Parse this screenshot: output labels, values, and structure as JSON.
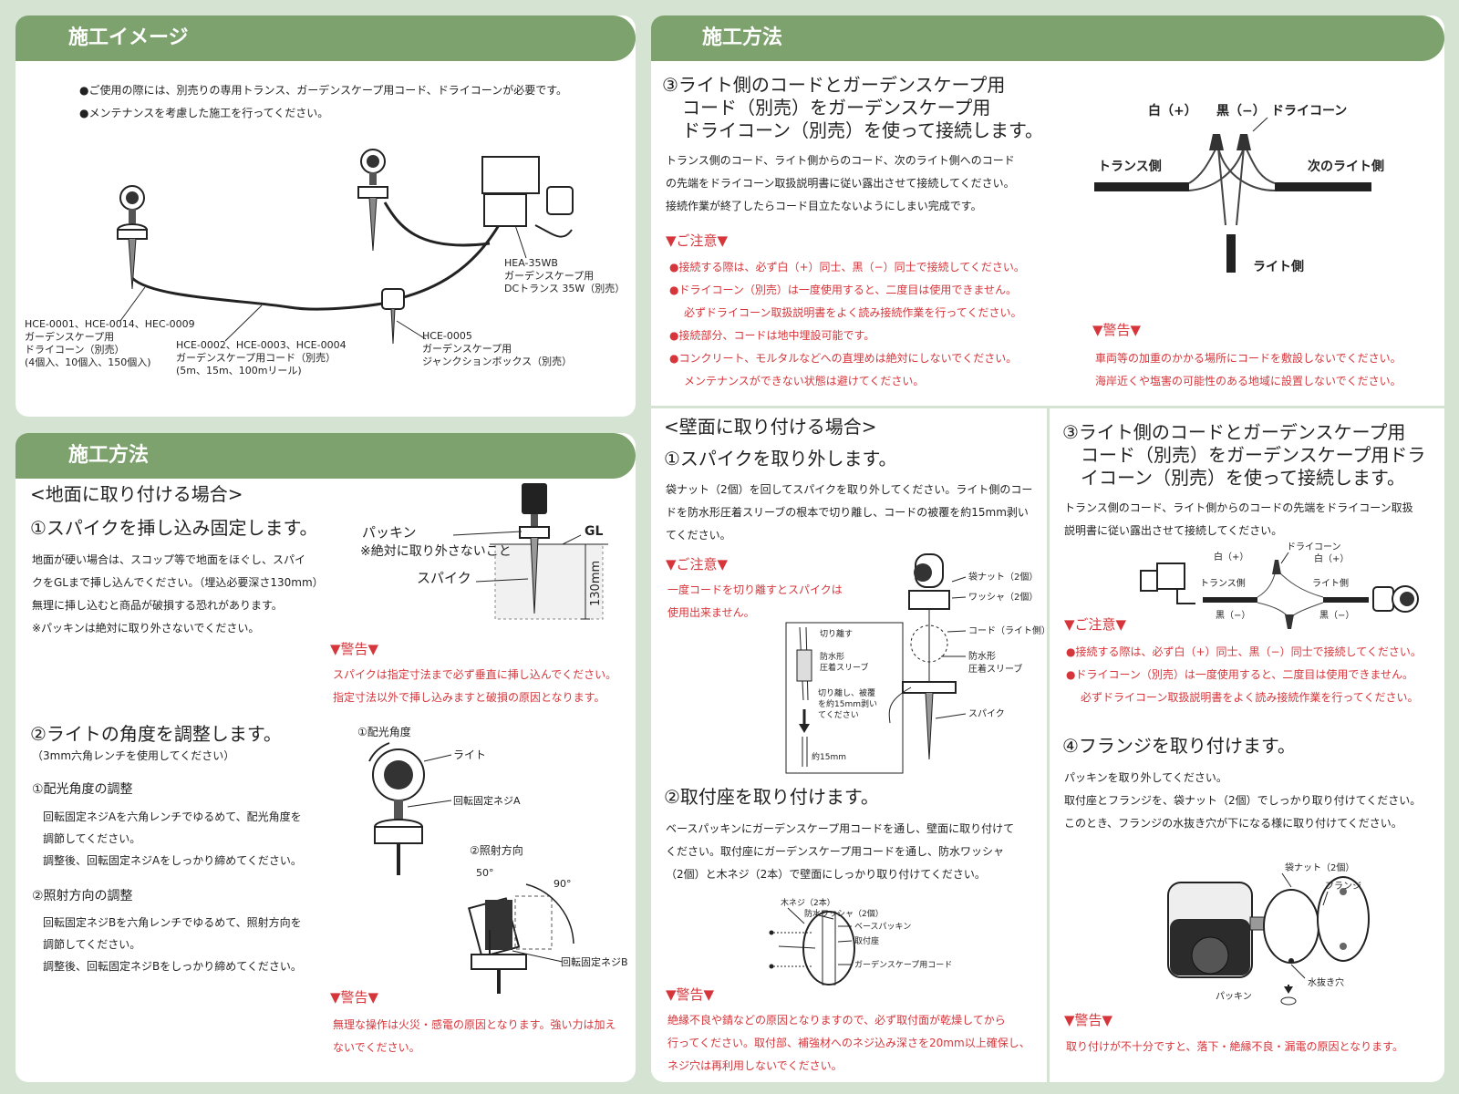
{
  "image_panel": {
    "title": "施工イメージ",
    "notes": [
      "●ご使用の際には、別売りの専用トランス、ガーデンスケープ用コード、ドライコーンが必要です。",
      "●メンテナンスを考慮した施工を行ってください。"
    ],
    "lbl_dc": [
      "HCE-0001、HCE-0014、HEC-0009",
      "ガーデンスケープ用",
      "ドライコーン（別売）",
      "(4個入、10個入、150個入)"
    ],
    "lbl_cord": [
      "HCE-0002、HCE-0003、HCE-0004",
      "ガーデンスケープ用コード（別売）",
      "(5m、15m、100mリール)"
    ],
    "lbl_jb": [
      "HCE-0005",
      "ガーデンスケープ用",
      "ジャンクションボックス（別売）"
    ],
    "lbl_trans": [
      "HEA-35WB",
      "ガーデンスケープ用",
      "DCトランス 35W（別売）"
    ]
  },
  "ground_panel": {
    "title": "施工方法",
    "section": "<地面に取り付ける場合>",
    "step1": {
      "heading": "①スパイクを挿し込み固定します。",
      "body": [
        "地面が硬い場合は、スコップ等で地面をほぐし、スパイ",
        "クをGLまで挿し込んでください。（埋込必要深さ130mm）",
        "無理に挿し込むと商品が破損する恐れがあります。",
        "※パッキンは絶対に取り外さないでください。"
      ],
      "warn_title": "▼警告▼",
      "warn": [
        "スパイクは指定寸法まで必ず垂直に挿し込んでください。",
        "指定寸法以外で挿し込みますと破損の原因となります。"
      ],
      "fig": {
        "packing": "パッキン",
        "packing_note": "※絶対に取り外さないこと",
        "spike": "スパイク",
        "gl": "GL",
        "depth": "130mm"
      }
    },
    "step2": {
      "heading": "②ライトの角度を調整します。",
      "sub": "（3mm六角レンチを使用してください）",
      "a_title": "①配光角度の調整",
      "a_body": [
        "回転固定ネジAを六角レンチでゆるめて、配光角度を",
        "調節してください。",
        "調整後、回転固定ネジAをしっかり締めてください。"
      ],
      "b_title": "②照射方向の調整",
      "b_body": [
        "回転固定ネジBを六角レンチでゆるめて、照射方向を",
        "調節してください。",
        "調整後、回転固定ネジBをしっかり締めてください。"
      ],
      "warn_title": "▼警告▼",
      "warn": [
        "無理な操作は火災・感電の原因となります。強い力は加え",
        "ないでください。"
      ],
      "fig": {
        "angle_title": "①配光角度",
        "light": "ライト",
        "screw_a": "回転固定ネジA",
        "dir_title": "②照射方向",
        "deg50": "50°",
        "deg90": "90°",
        "screw_b": "回転固定ネジB"
      }
    }
  },
  "method_panel": {
    "title": "施工方法",
    "step3": {
      "heading": [
        "③ライト側のコードとガーデンスケープ用",
        "コード（別売）をガーデンスケープ用",
        "ドライコーン（別売）を使って接続します。"
      ],
      "body": [
        "トランス側のコード、ライト側からのコード、次のライト側へのコード",
        "の先端をドライコーン取扱説明書に従い露出させて接続してください。",
        "接続作業が終了したらコード目立たないようにしまい完成です。"
      ],
      "caution_title": "▼ご注意▼",
      "caution": [
        "●接続する際は、必ず白（+）同士、黒（−）同士で接続してください。",
        "●ドライコーン（別売）は一度使用すると、二度目は使用できません。",
        "必ずドライコーン取扱説明書をよく読み接続作業を行ってください。",
        "●接続部分、コードは地中埋設可能です。",
        "●コンクリート、モルタルなどへの直埋めは絶対にしないでください。",
        "メンテナンスができない状態は避けてください。"
      ],
      "warn_title": "▼警告▼",
      "warn": [
        "車両等の加重のかかる場所にコードを敷設しないでください。",
        "海岸近くや塩害の可能性のある地域に設置しないでください。"
      ],
      "fig": {
        "white": "白（+）",
        "black": "黒（−）",
        "dry": "ドライコーン",
        "trans": "トランス側",
        "next": "次のライト側",
        "light": "ライト側"
      }
    }
  },
  "wall_panel": {
    "section": "<壁面に取り付ける場合>",
    "step1": {
      "heading": "①スパイクを取り外します。",
      "body": [
        "袋ナット（2個）を回してスパイクを取り外してください。ライト側のコー",
        "ドを防水形圧着スリーブの根本で切り離し、コードの被覆を約15mm剥い",
        "てください。"
      ],
      "caution_title": "▼ご注意▼",
      "caution": [
        "一度コードを切り離すとスパイクは",
        "使用出来ません。"
      ],
      "fig": {
        "cut": "切り離す",
        "sleeve": [
          "防水形",
          "圧着スリーブ"
        ],
        "strip": [
          "切り離し、被覆",
          "を約15mm剥い",
          "てください"
        ],
        "approx": "約15mm",
        "nut": "袋ナット（2個）",
        "washer": "ワッシャ（2個）",
        "cord": "コード（ライト側）",
        "sleeve2": [
          "防水形",
          "圧着スリーブ"
        ],
        "spike": "スパイク"
      }
    },
    "step2": {
      "heading": "②取付座を取り付けます。",
      "body": [
        "ベースパッキンにガーデンスケープ用コードを通し、壁面に取り付けて",
        "ください。取付座にガーデンスケープ用コードを通し、防水ワッシャ",
        "（2個）と木ネジ（2本）で壁面にしっかり取り付けてください。"
      ],
      "warn_title": "▼警告▼",
      "warn": [
        "絶縁不良や錆などの原因となりますので、必ず取付面が乾燥してから",
        "行ってください。取付部、補強材へのネジ込み深さを20mm以上確保し、",
        "ネジ穴は再利用しないでください。"
      ],
      "fig": {
        "screw": "木ネジ（2本）",
        "washer": "防水ワッシャ（2個）",
        "packing": "ベースパッキン",
        "base": "取付座",
        "cord": "ガーデンスケープ用コード"
      }
    }
  },
  "wall_right_panel": {
    "step3": {
      "heading": [
        "③ライト側のコードとガーデンスケープ用",
        "コード（別売）をガーデンスケープ用ドラ",
        "イコーン（別売）を使って接続します。"
      ],
      "body": [
        "トランス側のコード、ライト側からのコードの先端をドライコーン取扱",
        "説明書に従い露出させて接続してください。"
      ],
      "caution_title": "▼ご注意▼",
      "caution": [
        "●接続する際は、必ず白（+）同士、黒（−）同士で接続してください。",
        "●ドライコーン（別売）は一度使用すると、二度目は使用できません。",
        "必ずドライコーン取扱説明書をよく読み接続作業を行ってください。"
      ],
      "fig": {
        "dry": "ドライコーン",
        "white1": "白（+）",
        "white2": "白（+）",
        "trans": "トランス側",
        "light": "ライト側",
        "black1": "黒（−）",
        "black2": "黒（−）"
      }
    },
    "step4": {
      "heading": "④フランジを取り付けます。",
      "body": [
        "パッキンを取り外してください。",
        "取付座とフランジを、袋ナット（2個）でしっかり取り付けてください。",
        "このとき、フランジの水抜き穴が下になる様に取り付けてください。"
      ],
      "warn_title": "▼警告▼",
      "warn": [
        "取り付けが不十分ですと、落下・絶縁不良・漏電の原因となります。"
      ],
      "fig": {
        "nut": "袋ナット（2個）",
        "flange": "フランジ",
        "packing": "パッキン",
        "drain": "水抜き穴"
      }
    }
  }
}
